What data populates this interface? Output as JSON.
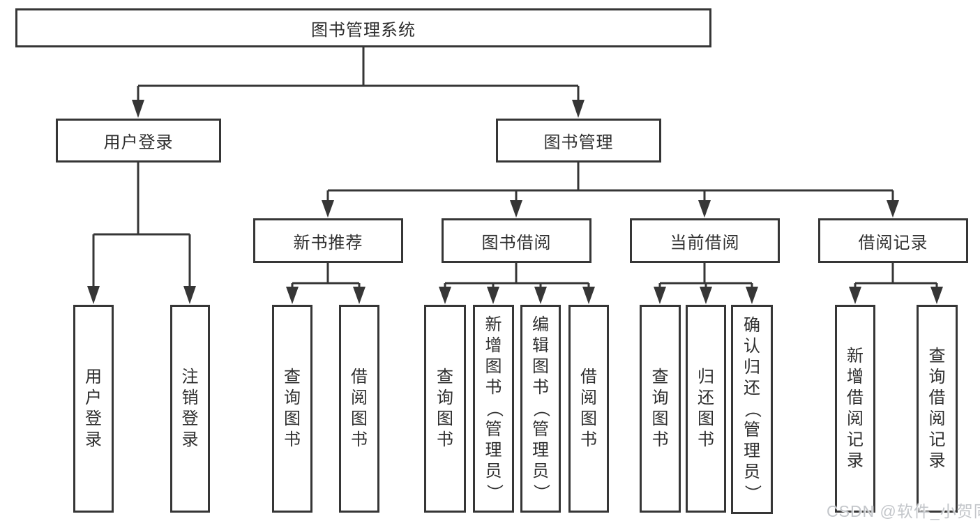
{
  "colors": {
    "background": "#ffffff",
    "line": "#363636",
    "text": "#2e2e2e",
    "watermark": "#c3c6ca"
  },
  "tree": {
    "root": "图书管理系统",
    "user": {
      "label": "用户登录",
      "leaves": [
        "用户登录",
        "注销登录"
      ]
    },
    "mgmt": {
      "label": "图书管理",
      "groups": [
        {
          "label": "新书推荐",
          "leaves": [
            "查询图书",
            "借阅图书"
          ]
        },
        {
          "label": "图书借阅",
          "leaves": [
            "查询图书",
            "新增图书（管理员）",
            "编辑图书（管理员）",
            "借阅图书"
          ]
        },
        {
          "label": "当前借阅",
          "leaves": [
            "查询图书",
            "归还图书",
            "确认归还（管理员）"
          ]
        },
        {
          "label": "借阅记录",
          "leaves": [
            "新增借阅记录",
            "查询借阅记录"
          ]
        }
      ]
    }
  },
  "watermark": "CSDN @软件_小贺同学"
}
